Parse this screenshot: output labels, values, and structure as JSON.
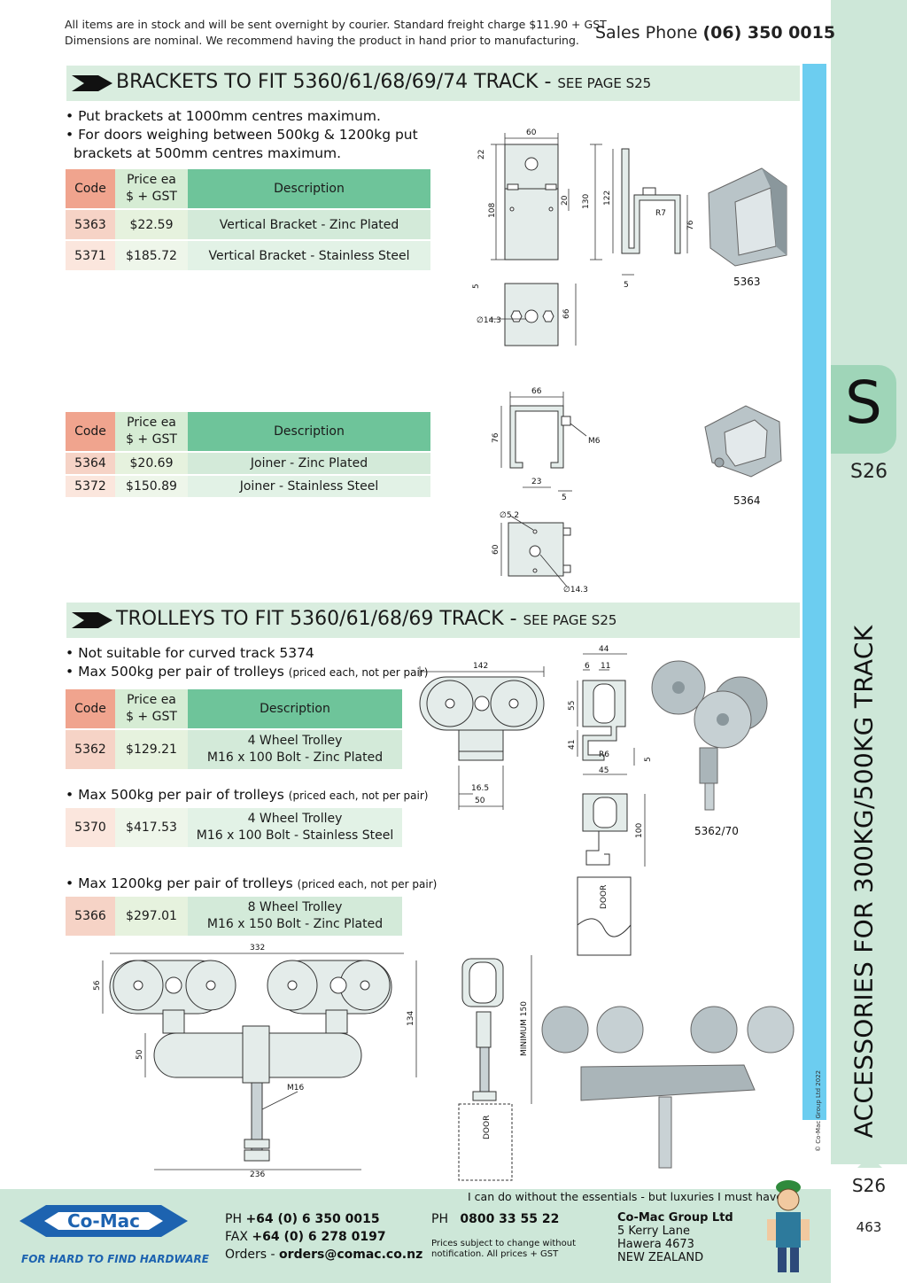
{
  "header": {
    "notice_line1": "All items are in stock and will be sent overnight by courier. Standard freight charge $11.90 + GST",
    "notice_line2": "Dimensions are nominal. We recommend having the product in hand prior to manufacturing.",
    "sales_label": "Sales Phone",
    "sales_phone": "(06) 350 0015"
  },
  "side": {
    "tab_letter": "S",
    "tab_code": "S26",
    "vertical_title": "ACCESSORIES FOR 300KG/500KG TRACK",
    "copyright": "© Co-Mac Group Ltd 2022",
    "page_code": "S26",
    "page_number": "463"
  },
  "brackets": {
    "title": "BRACKETS TO FIT 5360/61/68/69/74 TRACK -",
    "see_page": "SEE PAGE S25",
    "bullet1": "• Put brackets at 1000mm centres maximum.",
    "bullet2": "• For doors weighing between 500kg & 1200kg put",
    "bullet2b": "brackets at 500mm centres maximum.",
    "table_headers": {
      "code": "Code",
      "price_line1": "Price ea",
      "price_line2": "$ + GST",
      "desc": "Description"
    },
    "rows": [
      {
        "code": "5363",
        "price": "$22.59",
        "desc": "Vertical Bracket - Zinc Plated"
      },
      {
        "code": "5371",
        "price": "$185.72",
        "desc": "Vertical Bracket - Stainless Steel"
      }
    ],
    "drawing": {
      "label": "5363",
      "dims": [
        "60",
        "22",
        "108",
        "20",
        "130",
        "122",
        "R7",
        "76",
        "5",
        "5",
        "66",
        "∅14.3"
      ]
    }
  },
  "joiners": {
    "table_headers": {
      "code": "Code",
      "price_line1": "Price ea",
      "price_line2": "$ + GST",
      "desc": "Description"
    },
    "rows": [
      {
        "code": "5364",
        "price": "$20.69",
        "desc": "Joiner - Zinc Plated"
      },
      {
        "code": "5372",
        "price": "$150.89",
        "desc": "Joiner - Stainless Steel"
      }
    ],
    "drawing": {
      "label": "5364",
      "dims": [
        "66",
        "76",
        "M6",
        "23",
        "5",
        "∅5.2",
        "60",
        "∅14.3"
      ]
    }
  },
  "trolleys": {
    "title": "TROLLEYS TO FIT 5360/61/68/69 TRACK -",
    "see_page": "SEE PAGE S25",
    "bullet1": "• Not suitable for curved track 5374",
    "bullet2": "• Max 500kg per pair of trolleys",
    "bullet2_note": "(priced each, not per pair)",
    "table_headers": {
      "code": "Code",
      "price_line1": "Price ea",
      "price_line2": "$ + GST",
      "desc": "Description"
    },
    "row_5362": {
      "code": "5362",
      "price": "$129.21",
      "desc1": "4 Wheel Trolley",
      "desc2": "M16 x 100 Bolt - Zinc Plated"
    },
    "bullet3": "• Max 500kg per pair of trolleys",
    "bullet3_note": "(priced each, not per pair)",
    "row_5370": {
      "code": "5370",
      "price": "$417.53",
      "desc1": "4 Wheel Trolley",
      "desc2": "M16 x 100 Bolt - Stainless Steel"
    },
    "bullet4": "• Max 1200kg per pair of trolleys",
    "bullet4_note": "(priced each, not per pair)",
    "row_5366": {
      "code": "5366",
      "price": "$297.01",
      "desc1": "8 Wheel Trolley",
      "desc2": "M16 x 150 Bolt - Zinc Plated"
    },
    "drawing_4w": {
      "label": "5362/70",
      "dims": [
        "142",
        "16.5",
        "50",
        "44",
        "6",
        "11",
        "55",
        "41",
        "R6",
        "45",
        "5",
        "100",
        "DOOR"
      ]
    },
    "drawing_8w": {
      "dims": [
        "332",
        "56",
        "50",
        "134",
        "M16",
        "236",
        "MINIMUM 150",
        "DOOR"
      ]
    }
  },
  "footer": {
    "tagline": "I can do without the essentials - but luxuries I must have !",
    "logo_text": "Co-Mac",
    "logo_slogan": "FOR HARD TO FIND HARDWARE",
    "ph_label": "PH",
    "ph": "+64 (0) 6 350 0015",
    "fax_label": "FAX",
    "fax": "+64 (0) 6 278 0197",
    "orders_label": "Orders -",
    "orders": "orders@comac.co.nz",
    "ph2_label": "PH",
    "ph2": "0800 33 55 22",
    "prices_note1": "Prices subject to change without",
    "prices_note2": "notification. All prices + GST",
    "company": "Co-Mac Group Ltd",
    "addr1": "5 Kerry Lane",
    "addr2": "Hawera 4673",
    "addr3": "NEW ZEALAND"
  },
  "colors": {
    "band_green": "#cde7d8",
    "header_green": "#d9eddf",
    "accent_blue": "#6ccdf0",
    "code_salmon": "#f0a48e",
    "desc_green": "#6ec49a",
    "logo_blue": "#1d63b0"
  }
}
